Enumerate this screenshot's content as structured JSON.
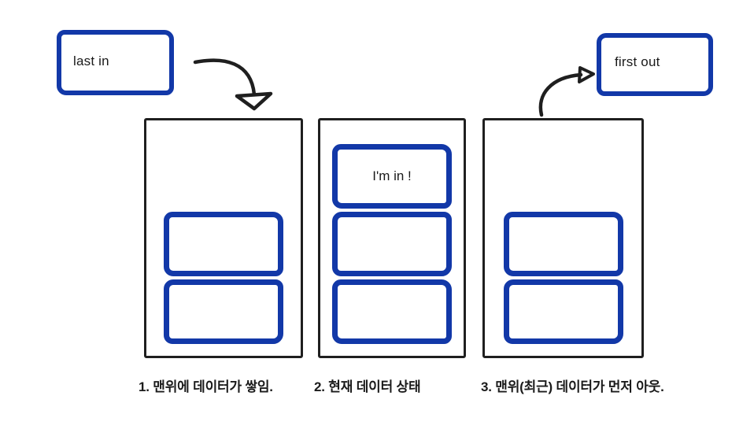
{
  "labels": {
    "last_in": "last in",
    "first_out": "first out"
  },
  "stacks": [
    {
      "caption": "1. 맨위에 데이터가 쌓임.",
      "items": [
        "",
        ""
      ]
    },
    {
      "caption": "2. 현재 데이터 상태",
      "items": [
        "I'm in !",
        "",
        ""
      ]
    },
    {
      "caption": "3. 맨위(최근) 데이터가 먼저 아웃.",
      "items": [
        "",
        ""
      ]
    }
  ],
  "icons": {
    "arrow_in": "curved-arrow-down-icon",
    "arrow_out": "curved-arrow-right-icon"
  },
  "colors": {
    "accent_blue": "#1238a8",
    "ink": "#1f1f1f"
  }
}
